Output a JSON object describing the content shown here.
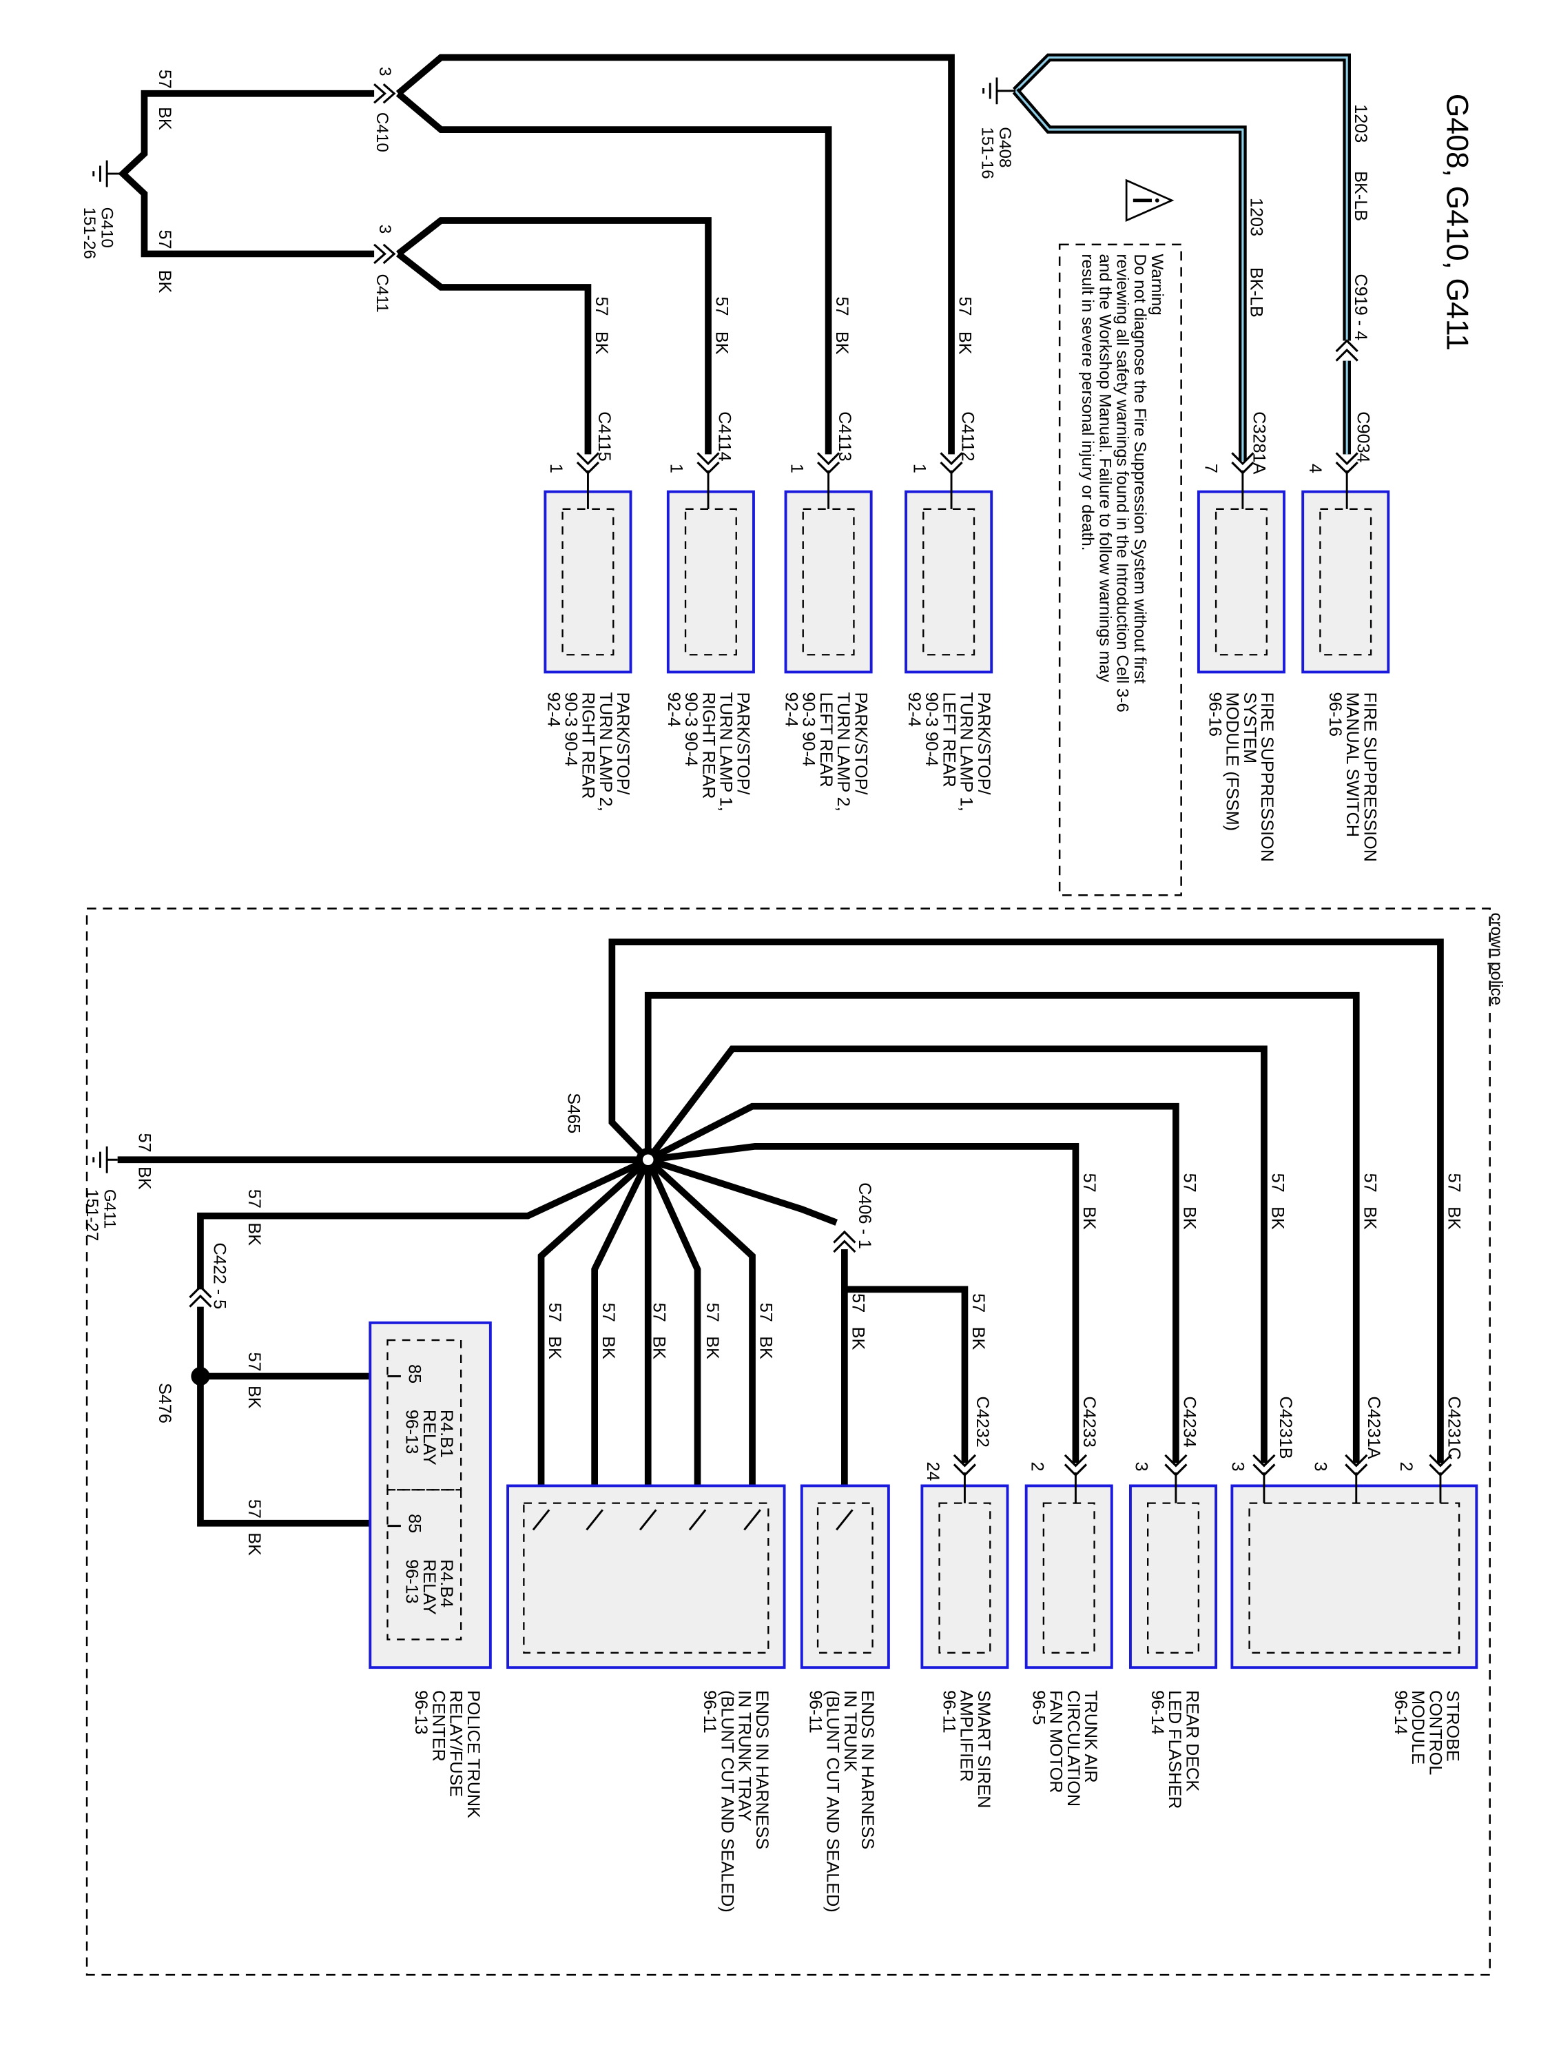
{
  "title": "G408, G410, G411",
  "colors": {
    "wire": "#000000",
    "wire_stripe_lb": "#8fd0e8",
    "component_border": "#1a1adc",
    "component_fill": "#efefef"
  },
  "warning": {
    "icon": "warning-triangle-icon",
    "lines": [
      "Warning",
      "Do not diagnose the Fire Suppression System without first",
      "reviewing all safety warnings found in the Introduction Cell 3-6",
      "and the Workshop Manual. Failure to follow warnings may",
      "result in severe personal injury or death."
    ]
  },
  "grounds": {
    "g410": {
      "name": "G410",
      "ref": "151-26"
    },
    "g408": {
      "name": "G408",
      "ref": "151-16"
    },
    "g411": {
      "name": "G411",
      "ref": "151-27"
    }
  },
  "region_label": "crown police",
  "splices": {
    "s465": "S465",
    "s476": "S476"
  },
  "inline_connectors": {
    "c410": {
      "name": "C410",
      "pin": "3"
    },
    "c411": {
      "name": "C411",
      "pin": "3"
    },
    "c919": "C919 - 4",
    "c406": "C406 - 1",
    "c422": "C422 - 5"
  },
  "wire": {
    "circuit": "57",
    "color": "BK",
    "fs_circuit": "1203",
    "fs_color": "BK-LB"
  },
  "top_components": [
    {
      "connector": "C9034",
      "pin": "4",
      "lines": [
        "FIRE SUPPRESSION",
        "MANUAL SWITCH",
        "96-16"
      ]
    },
    {
      "connector": "C3281A",
      "pin": "7",
      "lines": [
        "FIRE SUPPRESSION",
        "SYSTEM",
        "MODULE (FSSM)",
        "96-16"
      ]
    },
    {
      "connector": "C4112",
      "pin": "1",
      "lines": [
        "PARK/STOP/",
        "TURN LAMP 1,",
        "LEFT REAR",
        "90-3        90-4",
        "92-4"
      ]
    },
    {
      "connector": "C4113",
      "pin": "1",
      "lines": [
        "PARK/STOP/",
        "TURN LAMP 2,",
        "LEFT REAR",
        "90-3        90-4",
        "92-4"
      ]
    },
    {
      "connector": "C4114",
      "pin": "1",
      "lines": [
        "PARK/STOP/",
        "TURN LAMP 1,",
        "RIGHT REAR",
        "90-3        90-4",
        "92-4"
      ]
    },
    {
      "connector": "C4115",
      "pin": "1",
      "lines": [
        "PARK/STOP/",
        "TURN LAMP 2,",
        "RIGHT REAR",
        "90-3        90-4",
        "92-4"
      ]
    }
  ],
  "bottom_components": [
    {
      "connectors": [
        {
          "name": "C4231C",
          "pin": "2"
        },
        {
          "name": "C4231A",
          "pin": "3"
        },
        {
          "name": "C4231B",
          "pin": "3"
        }
      ],
      "lines": [
        "STROBE",
        "CONTROL",
        "MODULE",
        "96-14"
      ]
    },
    {
      "connectors": [
        {
          "name": "C4234",
          "pin": "3"
        }
      ],
      "lines": [
        "REAR DECK",
        "LED FLASHER",
        "96-14"
      ]
    },
    {
      "connectors": [
        {
          "name": "C4233",
          "pin": "2"
        }
      ],
      "lines": [
        "TRUNK AIR",
        "CIRCULATION",
        "FAN MOTOR",
        "96-5"
      ]
    },
    {
      "connectors": [
        {
          "name": "C4232",
          "pin": "24"
        }
      ],
      "lines": [
        "SMART SIREN",
        "AMPLIFIER",
        "96-11"
      ]
    },
    {
      "connectors": [],
      "lines": [
        "ENDS IN HARNESS",
        "IN TRUNK",
        "(BLUNT CUT AND SEALED)",
        "96-11"
      ]
    },
    {
      "connectors": [],
      "lines": [
        "ENDS IN HARNESS",
        "IN TRUNK TRAY",
        "(BLUNT CUT AND SEALED)",
        "96-11"
      ]
    },
    {
      "connectors": [],
      "lines": [
        "POLICE TRUNK",
        "RELAY/FUSE",
        "CENTER",
        "96-13"
      ]
    }
  ],
  "relays": [
    {
      "pin": "85",
      "lines": [
        "R4.B1",
        "RELAY",
        "96-13"
      ]
    },
    {
      "pin": "85",
      "lines": [
        "R4.B4",
        "RELAY",
        "96-13"
      ]
    }
  ]
}
